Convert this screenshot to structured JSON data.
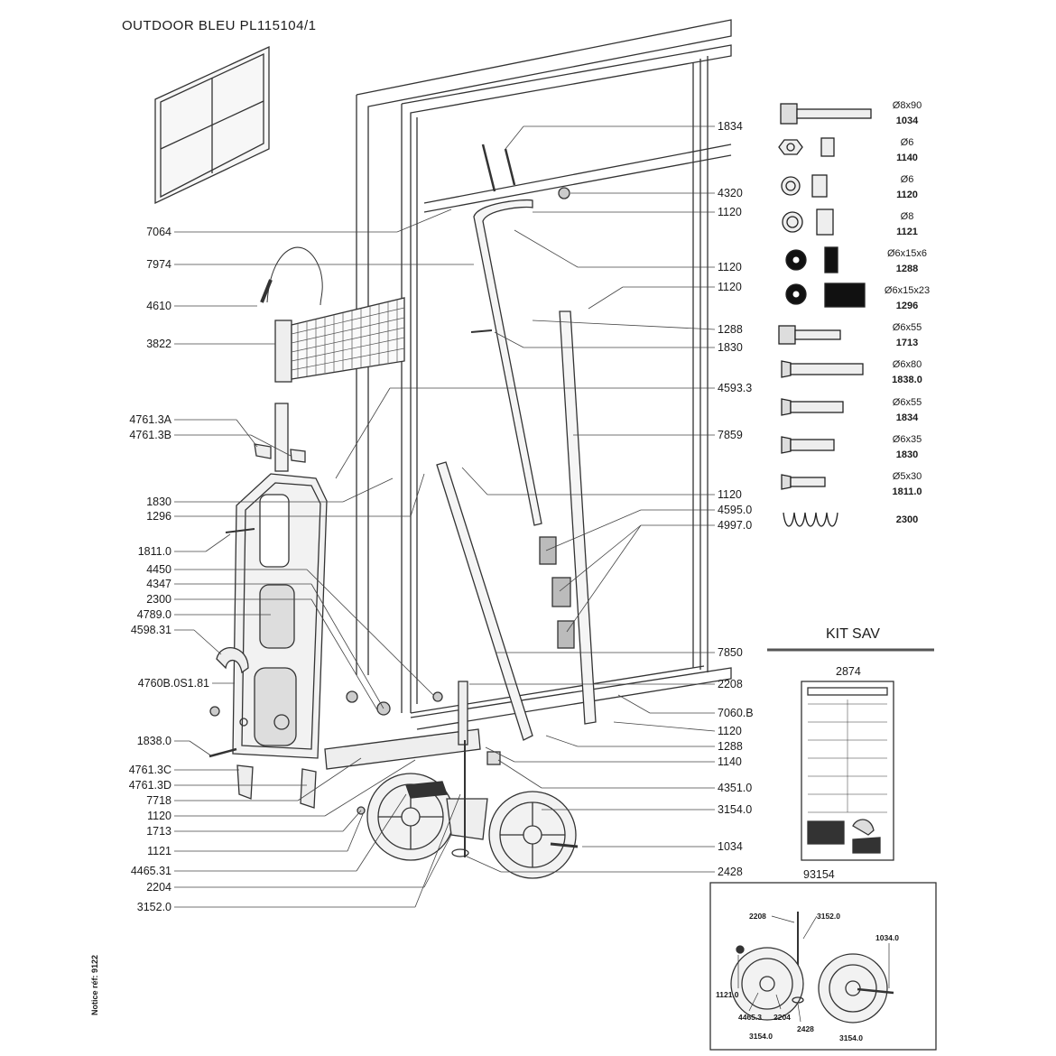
{
  "title": "OUTDOOR  BLEU  PL115104/1",
  "left_labels": [
    "7064",
    "7974",
    "4610",
    "3822",
    "4761.3A",
    "4761.3B",
    "1830",
    "1296",
    "1811.0",
    "4450",
    "4347",
    "2300",
    "4789.0",
    "4598.31",
    "4760B.0S1.81",
    "1838.0",
    "4761.3C",
    "4761.3D",
    "7718",
    "1120",
    "1713",
    "1121",
    "4465.31",
    "2204",
    "3152.0"
  ],
  "right_labels": [
    "1834",
    "4320",
    "1120",
    "1120",
    "1120",
    "1288",
    "1830",
    "4593.3",
    "7859",
    "1120",
    "4595.0",
    "4997.0",
    "7850",
    "2208",
    "7060.B",
    "1120",
    "1288",
    "1140",
    "4351.0",
    "3154.0",
    "1034",
    "2428"
  ],
  "hardware": [
    {
      "spec": "Ø8x90",
      "ref": "1034",
      "icon": "hex-bolt-long-icon"
    },
    {
      "spec": "Ø6",
      "ref": "1140",
      "icon": "hex-nut-icon"
    },
    {
      "spec": "Ø6",
      "ref": "1120",
      "icon": "lock-nut-icon"
    },
    {
      "spec": "Ø8",
      "ref": "1121",
      "icon": "lock-nut-icon"
    },
    {
      "spec": "Ø6x15x6",
      "ref": "1288",
      "icon": "spacer-washer-icon"
    },
    {
      "spec": "Ø6x15x23",
      "ref": "1296",
      "icon": "spacer-washer-icon"
    },
    {
      "spec": "Ø6x55",
      "ref": "1713",
      "icon": "hex-bolt-icon"
    },
    {
      "spec": "Ø6x80",
      "ref": "1838.0",
      "icon": "countersunk-screw-icon"
    },
    {
      "spec": "Ø6x55",
      "ref": "1834",
      "icon": "countersunk-screw-icon"
    },
    {
      "spec": "Ø6x35",
      "ref": "1830",
      "icon": "countersunk-screw-icon"
    },
    {
      "spec": "Ø5x30",
      "ref": "1811.0",
      "icon": "countersunk-screw-icon"
    },
    {
      "spec": "",
      "ref": "2300",
      "icon": "spring-icon"
    }
  ],
  "kit": {
    "title": "KIT SAV",
    "number": "2874"
  },
  "inset": {
    "number": "93154",
    "labels": [
      "2208",
      "3152.0",
      "1034.0",
      "1121.0",
      "4465.3",
      "2204",
      "2428",
      "3154.0",
      "3154.0"
    ]
  },
  "notice": "Notice réf: 9122",
  "colors": {
    "line": "#333333",
    "fill": "#f2f2f2",
    "dark": "#1a1a1a"
  }
}
